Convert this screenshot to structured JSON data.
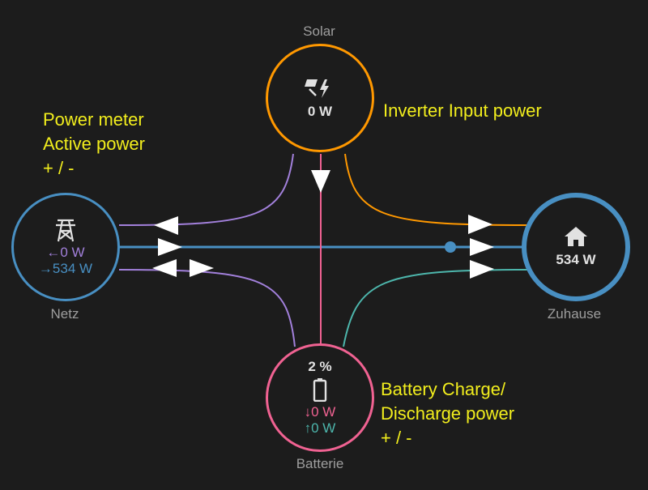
{
  "nodes": {
    "solar": {
      "label": "Solar",
      "value": "0 W",
      "icon": "solar-power-icon"
    },
    "grid": {
      "label": "Netz",
      "import_value": "0 W",
      "export_value": "534 W",
      "icon": "transmission-tower-icon"
    },
    "home": {
      "label": "Zuhause",
      "value": "534 W",
      "icon": "home-icon"
    },
    "battery": {
      "label": "Batterie",
      "soc": "2 %",
      "charge_value": "0 W",
      "discharge_value": "0 W",
      "icon": "battery-outline-icon"
    }
  },
  "annotations": {
    "power_meter": [
      "Power meter",
      "Active power",
      "+ / -"
    ],
    "inverter": "Inverter Input power",
    "battery": [
      "Battery Charge/",
      "Discharge power",
      "+ / -"
    ]
  },
  "colors": {
    "solar": "#ff9800",
    "grid": "#488fc2",
    "home": "#488fc2",
    "battery": "#f06292",
    "battery_return": "#4db6ac",
    "grid_return": "#a280db",
    "annotation": "#f2ee1d",
    "background": "#1c1c1c"
  }
}
